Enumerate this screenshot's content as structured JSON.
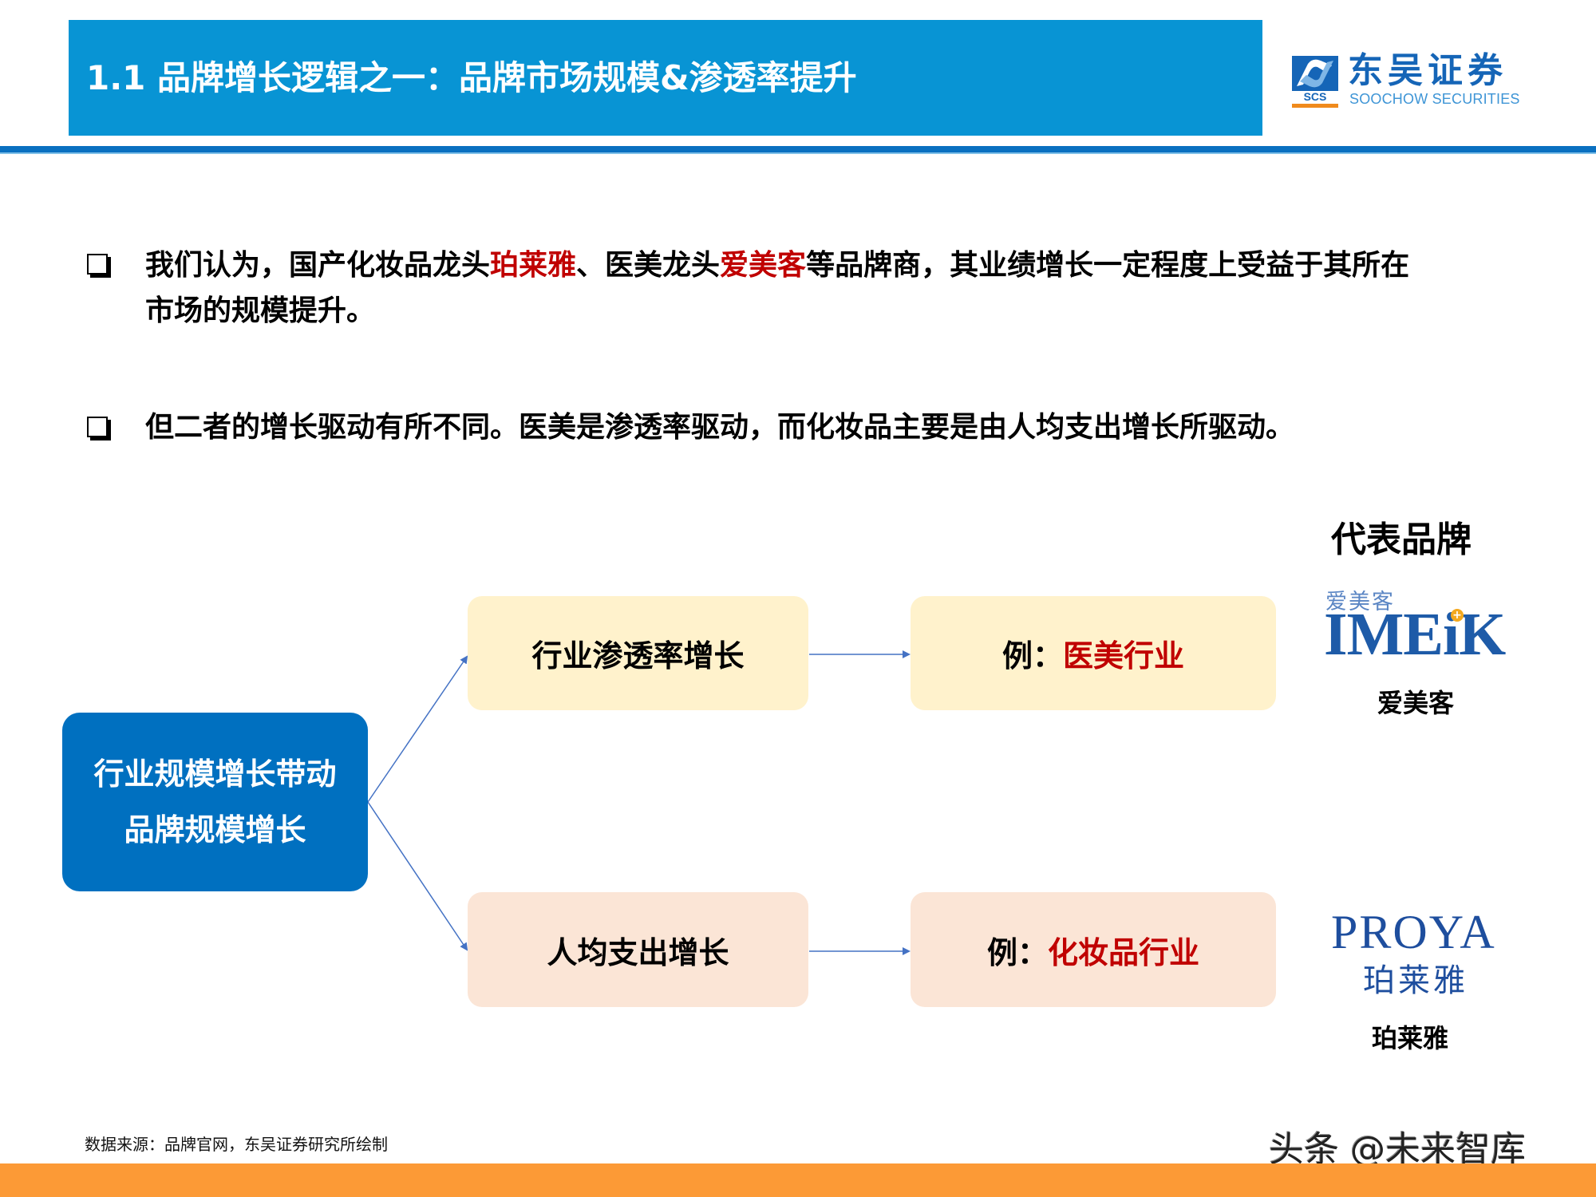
{
  "header": {
    "title": "1.1 品牌增长逻辑之一：品牌市场规模&渗透率提升",
    "logo": {
      "mark_text": "SCS",
      "name_cn": "东吴证券",
      "name_en": "SOOCHOW SECURITIES"
    }
  },
  "bullets": [
    {
      "icon": "checkbox-square-icon",
      "line1_parts": [
        {
          "text": "我们认为，国产化妆品龙头",
          "highlight": false
        },
        {
          "text": "珀莱雅",
          "highlight": true
        },
        {
          "text": "、医美龙头",
          "highlight": false
        },
        {
          "text": "爱美客",
          "highlight": true
        },
        {
          "text": "等品牌商，其业绩增长一定程度上受益于其所在",
          "highlight": false
        }
      ],
      "line2": "市场的规模提升。"
    },
    {
      "icon": "checkbox-square-icon",
      "text": "但二者的增长驱动有所不同。医美是渗透率驱动，而化妆品主要是由人均支出增长所驱动。"
    }
  ],
  "diagram": {
    "root": {
      "line1": "行业规模增长带动",
      "line2": "品牌规模增长"
    },
    "branches": [
      {
        "driver": "行业渗透率增长",
        "example_prefix": "例：",
        "example_industry": "医美行业",
        "brand_logo_cn": "爱美客",
        "brand_logo_en": "IMEiK",
        "brand_name": "爱美客"
      },
      {
        "driver": "人均支出增长",
        "example_prefix": "例：",
        "example_industry": "化妆品行业",
        "brand_logo_cn": "珀莱雅",
        "brand_logo_en": "PROYA",
        "brand_name": "珀莱雅"
      }
    ],
    "brand_column_heading": "代表品牌"
  },
  "footer": {
    "source": "数据来源：品牌官网，东吴证券研究所绘制",
    "watermark": "头条 @未来智库"
  },
  "colors": {
    "title_bar": "#0894D4",
    "header_rule": "#0A70C0",
    "root_node": "#0070C0",
    "driver_node_top": "#FFF2CC",
    "driver_node_bottom": "#FBE5D6",
    "highlight_red": "#C00000",
    "connector": "#4472C4",
    "footer_bar": "#FC9A36"
  }
}
